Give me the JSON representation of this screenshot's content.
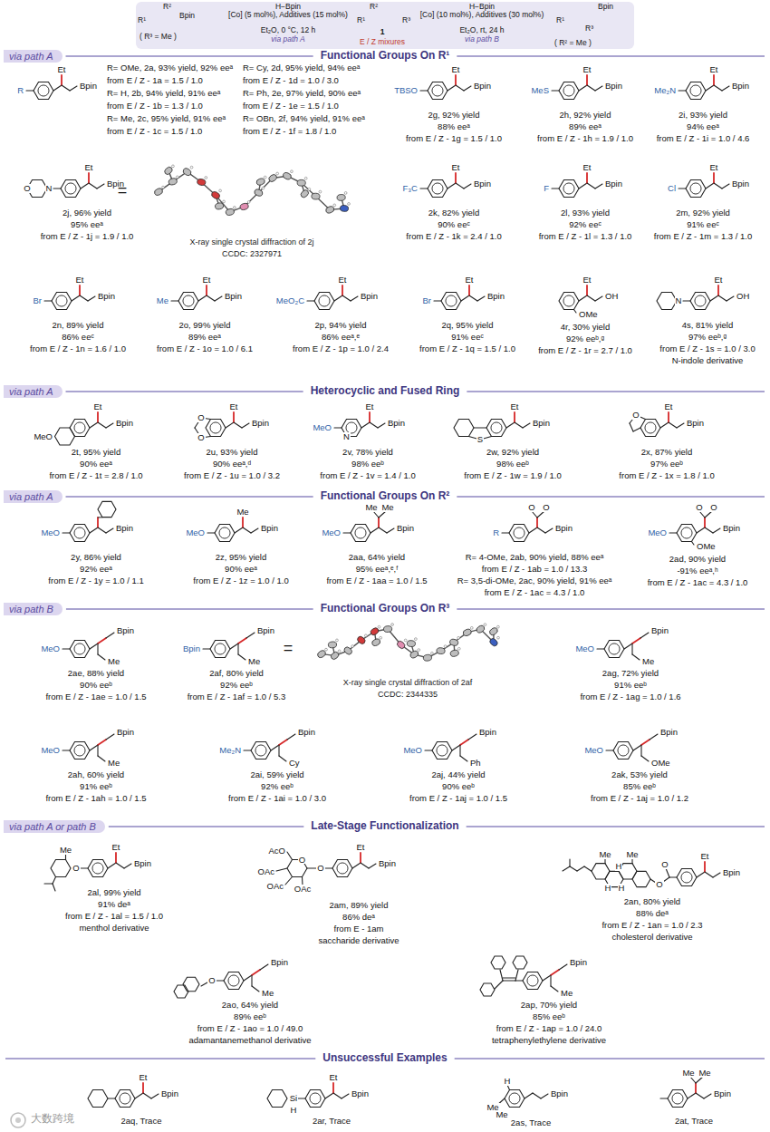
{
  "diagram": {
    "nodes": [
      {
        "text": [
          "R²",
          "R¹",
          "Bpin",
          "( R³ = Me )",
          "H−Bpin",
          "[Co] (5 mol%), Additives (15 mol%)",
          "Et₂O, 0 °C, 12 h",
          "via path A",
          "R²",
          "R¹",
          "R³",
          "1",
          "E / Z mixures",
          "H−Bpin",
          "[Co] (10 mol%), Additives (30 mol%)",
          "Et₂O, rt, 24 h",
          "via path B",
          "Bpin",
          "R¹",
          "R³",
          "( R² = Me )"
        ]
      },
      {
        "text": [
          "via path A"
        ]
      },
      {
        "text": [
          "via path A"
        ]
      },
      {
        "text": [
          "via path A"
        ]
      },
      {
        "text": [
          "via path B"
        ]
      },
      {
        "text": [
          "via path A or path B"
        ]
      }
    ],
    "labels": [
      "Functional Groups On R¹",
      "Et",
      "Bpin",
      "R",
      "R= OMe, 2a, 93% yield, 92% eeᵃ",
      "from E / Z - 1a = 1.5 / 1.0",
      "R= H, 2b, 94% yield, 91% eeᵃ",
      "from E / Z - 1b = 1.3 / 1.0",
      "R= Me, 2c, 95% yield, 91% eeᵃ",
      "from E / Z - 1c = 1.5 / 1.0",
      "R= Cy, 2d, 95% yield, 94% eeᵃ",
      "from E / Z - 1d = 1.0 / 3.0",
      "R= Ph, 2e, 97% yield, 90% eeᵃ",
      "from E / Z - 1e = 1.5 / 1.0",
      "R= OBn, 2f, 94% yield, 91% eeᵃ",
      "from E / Z - 1f = 1.8 / 1.0",
      "Et",
      "Bpin",
      "TBSO",
      "2g, 92% yield",
      "88% eeᵃ",
      "from E / Z - 1g = 1.5 / 1.0",
      "Et",
      "Bpin",
      "MeS",
      "2h, 92% yield",
      "89% eeᵃ",
      "from E / Z - 1h = 1.9 / 1.0",
      "Et",
      "Bpin",
      "Me₂N",
      "2i, 93% yield",
      "94% eeᵃ",
      "from E / Z - 1i = 1.0 / 4.6",
      "Et",
      "Bpin",
      "O",
      "N",
      "2j, 96% yield",
      "95% eeᵃ",
      "from E / Z - 1j = 1.9 / 1.0",
      "=",
      "X-ray single crystal diffraction of 2j",
      "CCDC: 2327971",
      "Et",
      "Bpin",
      "F₃C",
      "2k, 82% yield",
      "90% eeᶜ",
      "from E / Z - 1k = 2.4 / 1.0",
      "Et",
      "Bpin",
      "F",
      "2l, 93% yield",
      "92% eeᶜ",
      "from E / Z - 1l = 1.3 / 1.0",
      "Et",
      "Bpin",
      "Cl",
      "2m, 92% yield",
      "91% eeᶜ",
      "from E / Z - 1m = 1.3 / 1.0",
      "Et",
      "Bpin",
      "Br",
      "2n, 89% yield",
      "86% eeᶜ",
      "from E / Z - 1n = 1.6 / 1.0",
      "Et",
      "Bpin",
      "Me",
      "2o, 99% yield",
      "89% eeᵃ",
      "from E / Z - 1o = 1.0 / 6.1",
      "Et",
      "Bpin",
      "MeO₂C",
      "2p, 94% yield",
      "86% eeᵃ,ᵉ",
      "from E / Z - 1p = 1.0 / 2.4",
      "Et",
      "Bpin",
      "Br",
      "2q, 95% yield",
      "91% eeᶜ",
      "from E / Z - 1q = 1.5 / 1.0",
      "OMe",
      "Et",
      "OH",
      "4r, 30% yield",
      "92% eeᵇ,ᵍ",
      "from E / Z - 1r = 2.7 / 1.0",
      "Et",
      "N",
      "OH",
      "4s, 81% yield",
      "97% eeᵇ,ᵍ",
      "from E / Z - 1s = 1.0 / 3.0",
      "N-indole derivative",
      "Heterocyclic and Fused Ring",
      "Et",
      "Bpin",
      "MeO",
      "2t, 95% yield",
      "90% eeᵃ",
      "from E / Z - 1t = 2.8 / 1.0",
      "Et",
      "Bpin",
      "O",
      "O",
      "2u, 93% yield",
      "90% eeᵃ,ᵈ",
      "from E / Z - 1u = 1.0 / 3.2",
      "Et",
      "Bpin",
      "MeO",
      "N",
      "2v, 78% yield",
      "98% eeᵇ",
      "from E / Z - 1v = 1.4 / 1.0",
      "Et",
      "Bpin",
      "S",
      "2w, 92% yield",
      "98% eeᵇ",
      "from E / Z - 1w = 1.9 / 1.0",
      "Et",
      "Bpin",
      "O",
      "2x, 87% yield",
      "97% eeᵇ",
      "from E / Z - 1x = 1.8 / 1.0",
      "Functional Groups On R²",
      "MeO",
      "Bpin",
      "2y, 86% yield",
      "92% eeᵃ",
      "from E / Z - 1y = 1.0 / 1.1",
      "Me",
      "MeO",
      "Bpin",
      "2z, 95% yield",
      "90% eeᵃ",
      "from E / Z - 1z = 1.0 / 1.0",
      "Me",
      "Me",
      "MeO",
      "Bpin",
      "2aa, 64% yield",
      "95% eeᵃ,ᵉ,ᶠ",
      "from E / Z - 1aa = 1.0 / 1.5",
      "R",
      "Bpin",
      "O",
      "O",
      "R= 4-OMe, 2ab, 90% yield, 88% eeᵃ",
      "from E / Z - 1ab = 1.0 / 13.3",
      "R= 3,5-di-OMe, 2ac, 90% yield, 91% eeᵃ",
      "from E / Z - 1ac = 4.3 / 1.0",
      "MeO",
      "OMe",
      "Bpin",
      "O",
      "O",
      "2ad, 90% yield",
      "-91% eeᵃ,ʰ",
      "from E / Z - 1ac = 4.3 / 1.0",
      "Functional Groups On R³",
      "MeO",
      "Bpin",
      "Me",
      "2ae, 88% yield",
      "90% eeᵇ",
      "from E / Z - 1ae = 1.0 / 1.5",
      "Bpin",
      "Bpin",
      "Me",
      "2af, 80% yield",
      "92% eeᵇ",
      "from E / Z - 1af = 1.0 / 5.3",
      "=",
      "X-ray single crystal diffraction of 2af",
      "CCDC: 2344335",
      "MeO",
      "Bpin",
      "Me",
      "2ag, 72% yield",
      "91% eeᵇ",
      "from E / Z - 1ag = 1.0 / 1.6",
      "MeO",
      "Bpin",
      "Me",
      "2ah, 60% yield",
      "91% eeᵇ",
      "from E / Z - 1ah = 1.0 / 1.5",
      "Me₂N",
      "Bpin",
      "Cy",
      "2ai, 59% yield",
      "92% eeᵇ",
      "from E / Z - 1ai = 1.0 / 3.0",
      "MeO",
      "Bpin",
      "Ph",
      "2aj, 44% yield",
      "90% eeᵇ",
      "from E / Z - 1aj = 1.0 / 1.5",
      "MeO",
      "Bpin",
      "OMe",
      "2ak, 53% yield",
      "85% eeᵇ",
      "from E / Z - 1aj = 1.0 / 1.2",
      "Late-Stage Functionalization",
      "Me",
      "O",
      "Et",
      "Bpin",
      "2al, 99% yield",
      "91% deᵃ",
      "from E / Z - 1al = 1.5 / 1.0",
      "menthol derivative",
      "AcO",
      "OAc",
      "OAc",
      "OAc",
      "O",
      "O",
      "Et",
      "Bpin",
      "2am, 89% yield",
      "86% deᵃ",
      "from E - 1am",
      "saccharide derivative",
      "Me",
      "Me",
      "H",
      "H",
      "H",
      "O",
      "O",
      "Et",
      "Bpin",
      "2an, 80% yield",
      "88% deᵃ",
      "from E / Z - 1an = 1.0 / 2.3",
      "cholesterol derivative",
      "O",
      "Bpin",
      "Me",
      "2ao, 64% yield",
      "89% eeᵇ",
      "from E / Z - 1ao = 1.0 / 49.0",
      "adamantanemethanol derivative",
      "Bpin",
      "Me",
      "2ap, 70% yield",
      "85% eeᵇ",
      "from E / Z - 1ap = 1.0 / 24.0",
      "tetraphenylethylene derivative",
      "Unsuccessful Examples",
      "Et",
      "Bpin",
      "2aq, Trace",
      "Si",
      "H",
      "Et",
      "Bpin",
      "2ar, Trace",
      "H",
      "Me",
      "Me",
      "Bpin",
      "2as, Trace",
      "Me",
      "Me",
      "Bpin",
      "2at, Trace",
      "大数跨境"
    ]
  }
}
